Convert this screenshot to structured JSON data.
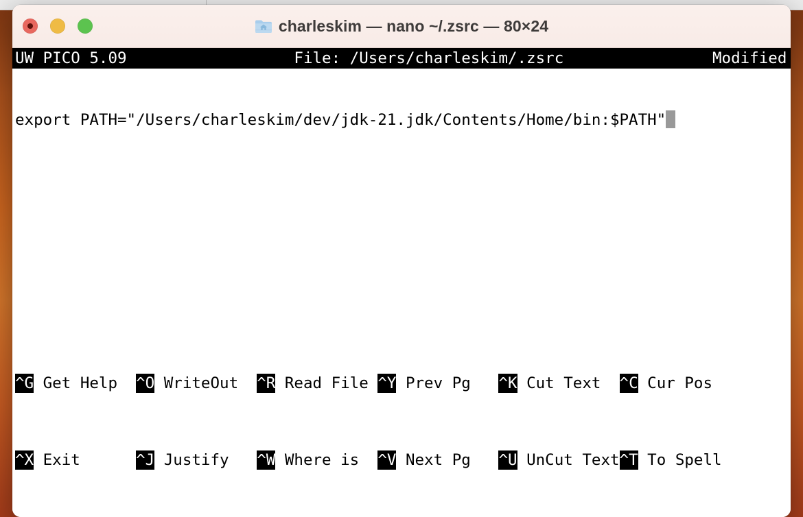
{
  "desktop": {
    "wallpaper_colors": [
      "#7a3411",
      "#c9641f",
      "#d2752b",
      "#a33b1a"
    ],
    "top_strip_color": "#ececec"
  },
  "window": {
    "title": "charleskim — nano ~/.zsrc — 80×24",
    "folder_icon_name": "home-folder-icon",
    "titlebar_color": "#f8ebe7",
    "traffic_lights": [
      {
        "name": "close",
        "label": "Close",
        "color": "#e8685f"
      },
      {
        "name": "minimize",
        "label": "Minimize",
        "color": "#efbb45"
      },
      {
        "name": "maximize",
        "label": "Zoom",
        "color": "#5cc34f"
      }
    ]
  },
  "editor": {
    "status_bar": {
      "version": "UW PICO 5.09",
      "file_label": "File: /Users/charleskim/.zsrc",
      "modified": "Modified",
      "background": "#000000",
      "foreground": "#ffffff"
    },
    "content_lines": [
      "export PATH=\"/Users/charleskim/dev/jdk-21.jdk/Contents/Home/bin:$PATH\""
    ],
    "cursor": {
      "shape": "block",
      "color": "#999999",
      "column": 70
    },
    "terminal_size": "80×24"
  },
  "shortcuts": {
    "row1": [
      {
        "key": "^G",
        "label": "Get Help"
      },
      {
        "key": "^O",
        "label": "WriteOut"
      },
      {
        "key": "^R",
        "label": "Read File"
      },
      {
        "key": "^Y",
        "label": "Prev Pg"
      },
      {
        "key": "^K",
        "label": "Cut Text"
      },
      {
        "key": "^C",
        "label": "Cur Pos"
      }
    ],
    "row2": [
      {
        "key": "^X",
        "label": "Exit"
      },
      {
        "key": "^J",
        "label": "Justify"
      },
      {
        "key": "^W",
        "label": "Where is"
      },
      {
        "key": "^V",
        "label": "Next Pg"
      },
      {
        "key": "^U",
        "label": "UnCut Text"
      },
      {
        "key": "^T",
        "label": "To Spell"
      }
    ]
  }
}
